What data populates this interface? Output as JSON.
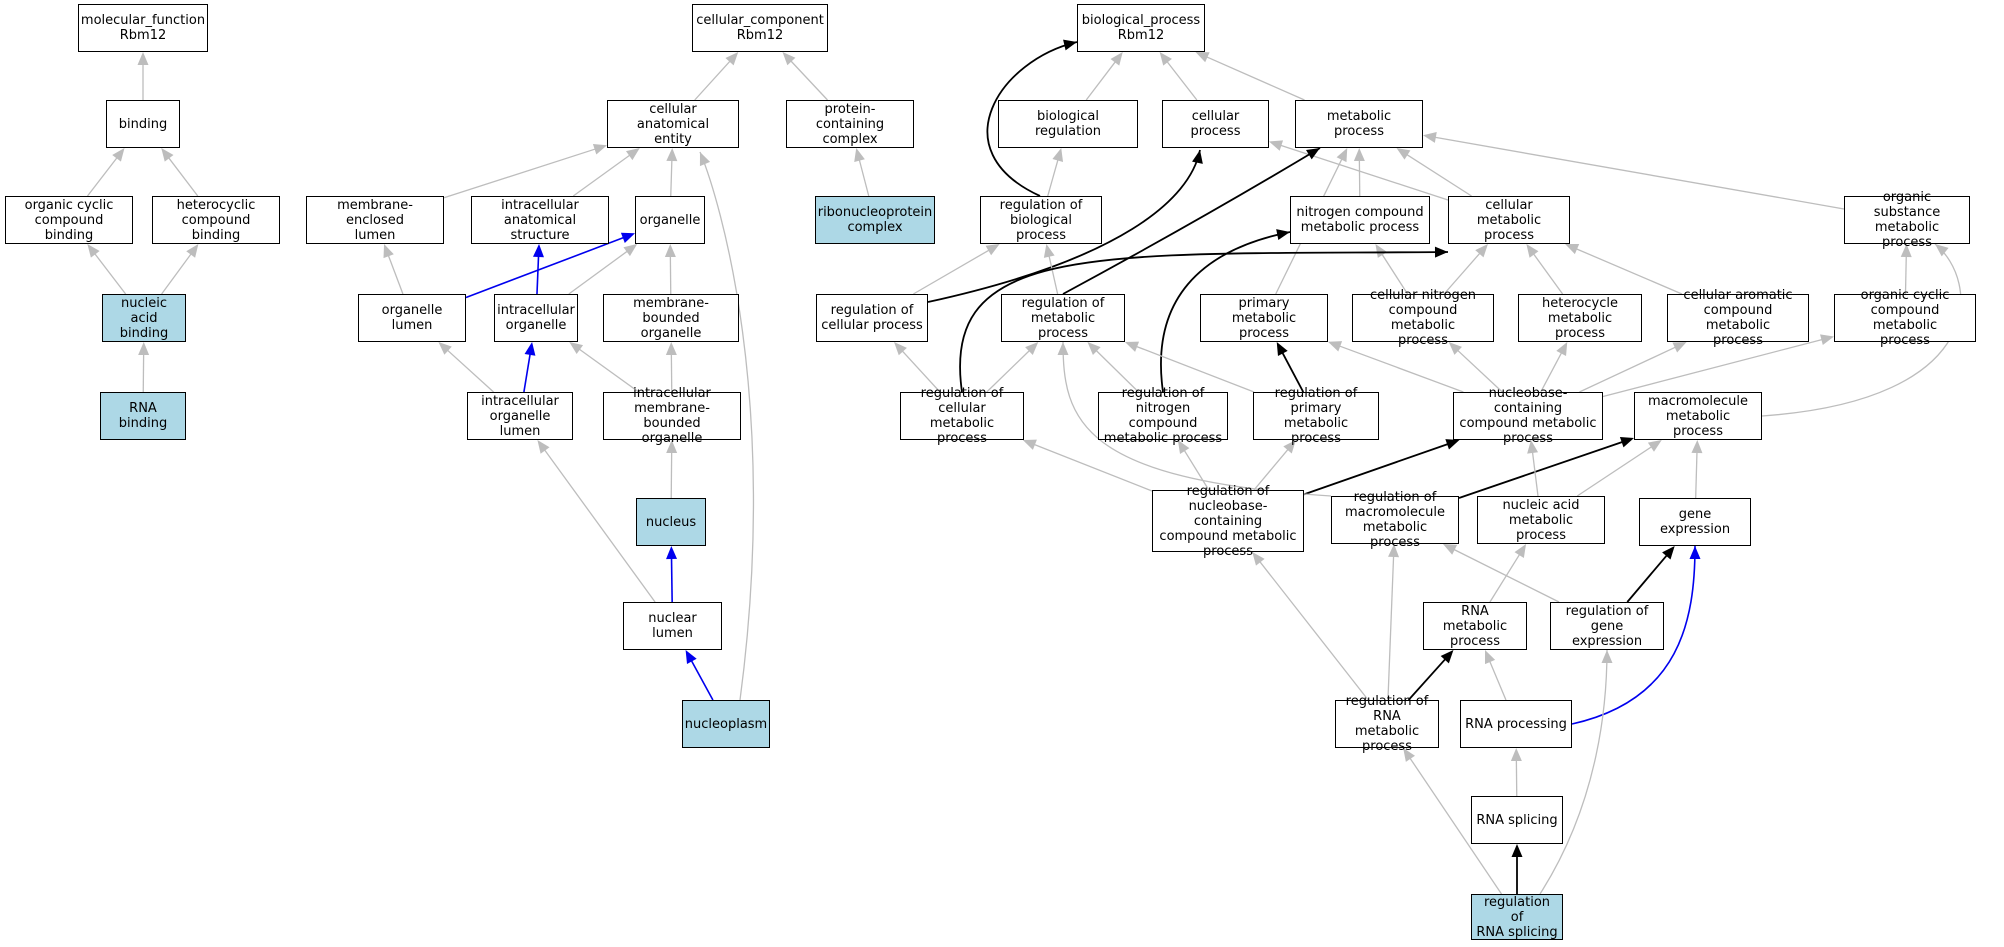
{
  "colors": {
    "highlight": "#add8e6",
    "gray": "#bdbdbd",
    "black": "#000000",
    "blue": "#0000ee"
  },
  "nodes": [
    {
      "id": "mf_root",
      "label": "molecular_function\nRbm12",
      "highlight": false
    },
    {
      "id": "binding",
      "label": "binding",
      "highlight": false
    },
    {
      "id": "ocb",
      "label": "organic cyclic\ncompound binding",
      "highlight": false
    },
    {
      "id": "hcb",
      "label": "heterocyclic\ncompound binding",
      "highlight": false
    },
    {
      "id": "nab",
      "label": "nucleic acid\nbinding",
      "highlight": true
    },
    {
      "id": "rnab",
      "label": "RNA binding",
      "highlight": true
    },
    {
      "id": "cc_root",
      "label": "cellular_component\nRbm12",
      "highlight": false
    },
    {
      "id": "cae",
      "label": "cellular anatomical\nentity",
      "highlight": false
    },
    {
      "id": "pcc",
      "label": "protein-containing\ncomplex",
      "highlight": false
    },
    {
      "id": "rnp",
      "label": "ribonucleoprotein\ncomplex",
      "highlight": true
    },
    {
      "id": "mel",
      "label": "membrane-enclosed\nlumen",
      "highlight": false
    },
    {
      "id": "ias",
      "label": "intracellular\nanatomical structure",
      "highlight": false
    },
    {
      "id": "org",
      "label": "organelle",
      "highlight": false
    },
    {
      "id": "orgl",
      "label": "organelle lumen",
      "highlight": false
    },
    {
      "id": "iorg",
      "label": "intracellular\norganelle",
      "highlight": false
    },
    {
      "id": "mbo",
      "label": "membrane-bounded\norganelle",
      "highlight": false
    },
    {
      "id": "iol",
      "label": "intracellular\norganelle lumen",
      "highlight": false
    },
    {
      "id": "imbo",
      "label": "intracellular\nmembrane-bounded\norganelle",
      "highlight": false
    },
    {
      "id": "nuc",
      "label": "nucleus",
      "highlight": true
    },
    {
      "id": "nl",
      "label": "nuclear lumen",
      "highlight": false
    },
    {
      "id": "np",
      "label": "nucleoplasm",
      "highlight": true
    },
    {
      "id": "bp_root",
      "label": "biological_process\nRbm12",
      "highlight": false
    },
    {
      "id": "breg",
      "label": "biological regulation",
      "highlight": false
    },
    {
      "id": "cp",
      "label": "cellular process",
      "highlight": false
    },
    {
      "id": "mp",
      "label": "metabolic process",
      "highlight": false
    },
    {
      "id": "rbp",
      "label": "regulation of\nbiological process",
      "highlight": false
    },
    {
      "id": "ncmp",
      "label": "nitrogen compound\nmetabolic process",
      "highlight": false
    },
    {
      "id": "cmp",
      "label": "cellular metabolic\nprocess",
      "highlight": false
    },
    {
      "id": "osmp",
      "label": "organic substance\nmetabolic process",
      "highlight": false
    },
    {
      "id": "rcp",
      "label": "regulation of\ncellular process",
      "highlight": false
    },
    {
      "id": "rmp",
      "label": "regulation of\nmetabolic process",
      "highlight": false
    },
    {
      "id": "pmp",
      "label": "primary metabolic\nprocess",
      "highlight": false
    },
    {
      "id": "cncmp",
      "label": "cellular nitrogen\ncompound metabolic\nprocess",
      "highlight": false
    },
    {
      "id": "hmp",
      "label": "heterocycle\nmetabolic process",
      "highlight": false
    },
    {
      "id": "cacmp",
      "label": "cellular aromatic\ncompound metabolic\nprocess",
      "highlight": false
    },
    {
      "id": "occmp",
      "label": "organic cyclic\ncompound metabolic\nprocess",
      "highlight": false
    },
    {
      "id": "rcmp",
      "label": "regulation of\ncellular metabolic\nprocess",
      "highlight": false
    },
    {
      "id": "rncmp",
      "label": "regulation of\nnitrogen compound\nmetabolic process",
      "highlight": false
    },
    {
      "id": "rpmp",
      "label": "regulation of\nprimary metabolic\nprocess",
      "highlight": false
    },
    {
      "id": "nbcmp",
      "label": "nucleobase-containing\ncompound metabolic\nprocess",
      "highlight": false
    },
    {
      "id": "mmp",
      "label": "macromolecule\nmetabolic process",
      "highlight": false
    },
    {
      "id": "rnbcmp",
      "label": "regulation of\nnucleobase-containing\ncompound metabolic\nprocess",
      "highlight": false
    },
    {
      "id": "rmmp",
      "label": "regulation of\nmacromolecule\nmetabolic process",
      "highlight": false
    },
    {
      "id": "namp",
      "label": "nucleic acid\nmetabolic process",
      "highlight": false
    },
    {
      "id": "ge",
      "label": "gene expression",
      "highlight": false
    },
    {
      "id": "rnamp",
      "label": "RNA metabolic\nprocess",
      "highlight": false
    },
    {
      "id": "rge",
      "label": "regulation of\ngene expression",
      "highlight": false
    },
    {
      "id": "rrnamp",
      "label": "regulation of\nRNA metabolic\nprocess",
      "highlight": false
    },
    {
      "id": "rnap",
      "label": "RNA processing",
      "highlight": false
    },
    {
      "id": "rnas",
      "label": "RNA splicing",
      "highlight": false
    },
    {
      "id": "rrnas",
      "label": "regulation of\nRNA splicing",
      "highlight": true
    }
  ],
  "edges": [
    {
      "from": "binding",
      "to": "mf_root",
      "kind": "is_a"
    },
    {
      "from": "ocb",
      "to": "binding",
      "kind": "is_a"
    },
    {
      "from": "hcb",
      "to": "binding",
      "kind": "is_a"
    },
    {
      "from": "nab",
      "to": "ocb",
      "kind": "is_a"
    },
    {
      "from": "nab",
      "to": "hcb",
      "kind": "is_a"
    },
    {
      "from": "rnab",
      "to": "nab",
      "kind": "is_a"
    },
    {
      "from": "cae",
      "to": "cc_root",
      "kind": "is_a"
    },
    {
      "from": "pcc",
      "to": "cc_root",
      "kind": "is_a"
    },
    {
      "from": "rnp",
      "to": "pcc",
      "kind": "is_a"
    },
    {
      "from": "mel",
      "to": "cae",
      "kind": "is_a"
    },
    {
      "from": "ias",
      "to": "cae",
      "kind": "is_a"
    },
    {
      "from": "org",
      "to": "cae",
      "kind": "is_a"
    },
    {
      "from": "np",
      "to": "cae",
      "kind": "is_a"
    },
    {
      "from": "orgl",
      "to": "mel",
      "kind": "is_a"
    },
    {
      "from": "orgl",
      "to": "org",
      "kind": "part_of"
    },
    {
      "from": "iorg",
      "to": "ias",
      "kind": "part_of"
    },
    {
      "from": "iorg",
      "to": "org",
      "kind": "is_a"
    },
    {
      "from": "mbo",
      "to": "org",
      "kind": "is_a"
    },
    {
      "from": "iol",
      "to": "orgl",
      "kind": "is_a"
    },
    {
      "from": "iol",
      "to": "iorg",
      "kind": "part_of"
    },
    {
      "from": "imbo",
      "to": "iorg",
      "kind": "is_a"
    },
    {
      "from": "imbo",
      "to": "mbo",
      "kind": "is_a"
    },
    {
      "from": "nuc",
      "to": "imbo",
      "kind": "is_a"
    },
    {
      "from": "nl",
      "to": "iol",
      "kind": "is_a"
    },
    {
      "from": "nl",
      "to": "nuc",
      "kind": "part_of"
    },
    {
      "from": "np",
      "to": "nl",
      "kind": "part_of"
    },
    {
      "from": "breg",
      "to": "bp_root",
      "kind": "is_a"
    },
    {
      "from": "cp",
      "to": "bp_root",
      "kind": "is_a"
    },
    {
      "from": "mp",
      "to": "bp_root",
      "kind": "is_a"
    },
    {
      "from": "rbp",
      "to": "breg",
      "kind": "is_a"
    },
    {
      "from": "rbp",
      "to": "bp_root",
      "kind": "regulates"
    },
    {
      "from": "ncmp",
      "to": "mp",
      "kind": "is_a"
    },
    {
      "from": "cmp",
      "to": "cp",
      "kind": "is_a"
    },
    {
      "from": "cmp",
      "to": "mp",
      "kind": "is_a"
    },
    {
      "from": "osmp",
      "to": "mp",
      "kind": "is_a"
    },
    {
      "from": "rcp",
      "to": "rbp",
      "kind": "is_a"
    },
    {
      "from": "rcp",
      "to": "cp",
      "kind": "regulates"
    },
    {
      "from": "rmp",
      "to": "rbp",
      "kind": "is_a"
    },
    {
      "from": "rmp",
      "to": "mp",
      "kind": "regulates"
    },
    {
      "from": "pmp",
      "to": "mp",
      "kind": "is_a"
    },
    {
      "from": "cncmp",
      "to": "ncmp",
      "kind": "is_a"
    },
    {
      "from": "cncmp",
      "to": "cmp",
      "kind": "is_a"
    },
    {
      "from": "hmp",
      "to": "cmp",
      "kind": "is_a"
    },
    {
      "from": "cacmp",
      "to": "cmp",
      "kind": "is_a"
    },
    {
      "from": "occmp",
      "to": "osmp",
      "kind": "is_a"
    },
    {
      "from": "rcmp",
      "to": "rcp",
      "kind": "is_a"
    },
    {
      "from": "rcmp",
      "to": "rmp",
      "kind": "is_a"
    },
    {
      "from": "rcmp",
      "to": "cmp",
      "kind": "regulates"
    },
    {
      "from": "rncmp",
      "to": "rmp",
      "kind": "is_a"
    },
    {
      "from": "rncmp",
      "to": "ncmp",
      "kind": "regulates"
    },
    {
      "from": "rpmp",
      "to": "rmp",
      "kind": "is_a"
    },
    {
      "from": "rpmp",
      "to": "pmp",
      "kind": "regulates"
    },
    {
      "from": "nbcmp",
      "to": "pmp",
      "kind": "is_a"
    },
    {
      "from": "nbcmp",
      "to": "cncmp",
      "kind": "is_a"
    },
    {
      "from": "nbcmp",
      "to": "hmp",
      "kind": "is_a"
    },
    {
      "from": "nbcmp",
      "to": "cacmp",
      "kind": "is_a"
    },
    {
      "from": "nbcmp",
      "to": "occmp",
      "kind": "is_a"
    },
    {
      "from": "mmp",
      "to": "osmp",
      "kind": "is_a"
    },
    {
      "from": "rnbcmp",
      "to": "rcmp",
      "kind": "is_a"
    },
    {
      "from": "rnbcmp",
      "to": "rncmp",
      "kind": "is_a"
    },
    {
      "from": "rnbcmp",
      "to": "rpmp",
      "kind": "is_a"
    },
    {
      "from": "rnbcmp",
      "to": "nbcmp",
      "kind": "regulates"
    },
    {
      "from": "rmmp",
      "to": "rmp",
      "kind": "is_a"
    },
    {
      "from": "rmmp",
      "to": "mmp",
      "kind": "regulates"
    },
    {
      "from": "namp",
      "to": "nbcmp",
      "kind": "is_a"
    },
    {
      "from": "namp",
      "to": "mmp",
      "kind": "is_a"
    },
    {
      "from": "ge",
      "to": "mmp",
      "kind": "is_a"
    },
    {
      "from": "rnamp",
      "to": "namp",
      "kind": "is_a"
    },
    {
      "from": "rge",
      "to": "rmmp",
      "kind": "is_a"
    },
    {
      "from": "rge",
      "to": "ge",
      "kind": "regulates"
    },
    {
      "from": "rrnamp",
      "to": "rnbcmp",
      "kind": "is_a"
    },
    {
      "from": "rrnamp",
      "to": "rmmp",
      "kind": "is_a"
    },
    {
      "from": "rrnamp",
      "to": "rnamp",
      "kind": "regulates"
    },
    {
      "from": "rnap",
      "to": "rnamp",
      "kind": "is_a"
    },
    {
      "from": "rnap",
      "to": "ge",
      "kind": "part_of"
    },
    {
      "from": "rnas",
      "to": "rnap",
      "kind": "is_a"
    },
    {
      "from": "rrnas",
      "to": "rrnamp",
      "kind": "is_a"
    },
    {
      "from": "rrnas",
      "to": "rge",
      "kind": "is_a"
    },
    {
      "from": "rrnas",
      "to": "rnas",
      "kind": "regulates"
    }
  ]
}
